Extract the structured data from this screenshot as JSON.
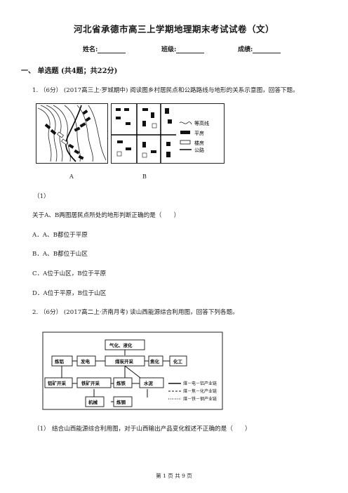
{
  "header": {
    "title": "河北省承德市高三上学期地理期末考试试卷（文）",
    "name_label": "姓名:",
    "class_label": "班级:",
    "score_label": "成绩:"
  },
  "section": {
    "title": "一、 单选题 (共4题；共22分)"
  },
  "q1": {
    "stem": "1. （6分） (2017高三上·罗城期中) 阅读图乡村居民点和公路路线与地形的关系示意图，回答下题。",
    "fig_a_label": "A",
    "fig_b_label": "B",
    "legend": [
      "等高线",
      "平房",
      "楼房",
      "公路"
    ],
    "sub_label": "（1）",
    "sub_question": "关于A、B两图居民点所处的地形判断正确的是（　　）",
    "options": [
      "A．A、B都位于平原",
      "B．A、B都位于山区",
      "C．A位于山区，B位于平原",
      "D．A位于平原，B位于山区"
    ]
  },
  "q2": {
    "stem": "2. （6分） (2017高二上·济南月考) 读山西能源综合利用图，回答下列各题。",
    "diagram": {
      "gasify": "气化、液化",
      "power": "发电",
      "coal": "煤炭开采",
      "coking": "焦化",
      "chemical": "化工",
      "aluminum_smelt": "炼铝",
      "bauxite": "铝矿开采",
      "iron_ore": "铁矿开采",
      "ironmaking": "炼铁",
      "cement": "水泥",
      "machinery": "机械",
      "steelmaking": "炼钢",
      "chain1": "煤－电－铝产业链",
      "chain2": "煤－焦－化产业链",
      "chain3": "煤－铁－钢产业链"
    },
    "sub_label": "（1）",
    "sub_question": "结合山西能源综合利用图，对于山西输出产品变化叙述不正确的是（　　）"
  },
  "footer": {
    "page": "第 1 页 共 9 页"
  }
}
